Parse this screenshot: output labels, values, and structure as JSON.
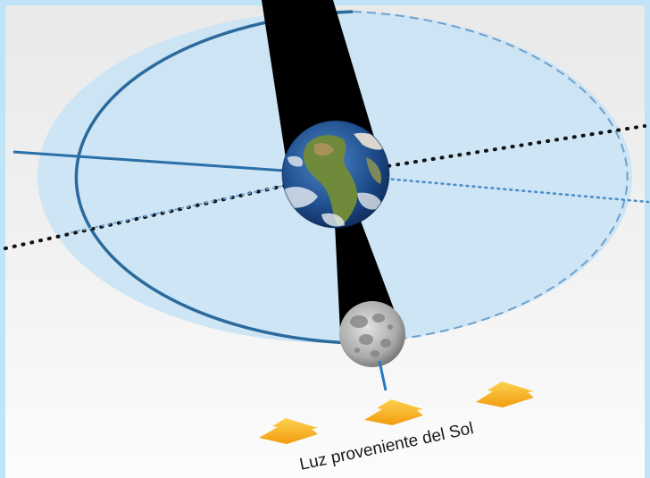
{
  "diagram": {
    "caption": "Luz proveniente del Sol",
    "colors": {
      "frame": "#bfe4f7",
      "plane_top": "#ececec",
      "plane_bottom": "#fbfbfb",
      "orbit_fill": "#c9e3f5",
      "orbit_line": "#2a6a9c",
      "shadow": "#000000",
      "arrow": "#f8b21a",
      "ecliptic_dots": "#111111"
    },
    "elements": [
      {
        "name": "earth",
        "icon": "earth-globe-icon"
      },
      {
        "name": "moon",
        "icon": "full-moon-icon"
      },
      {
        "name": "sunlight-arrows",
        "icon": "up-arrow-icon",
        "count": 3
      }
    ]
  }
}
